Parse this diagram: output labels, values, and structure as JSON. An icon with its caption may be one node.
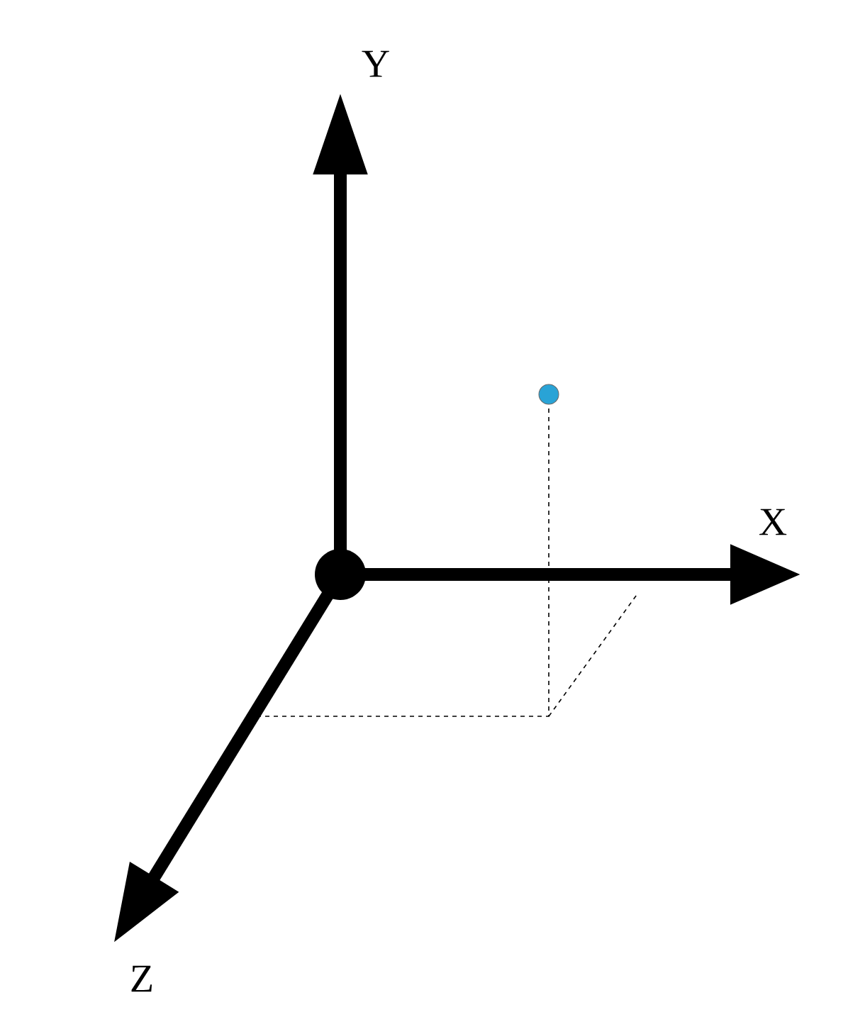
{
  "diagram": {
    "labels": [
      "Y",
      "X",
      "Z"
    ]
  }
}
